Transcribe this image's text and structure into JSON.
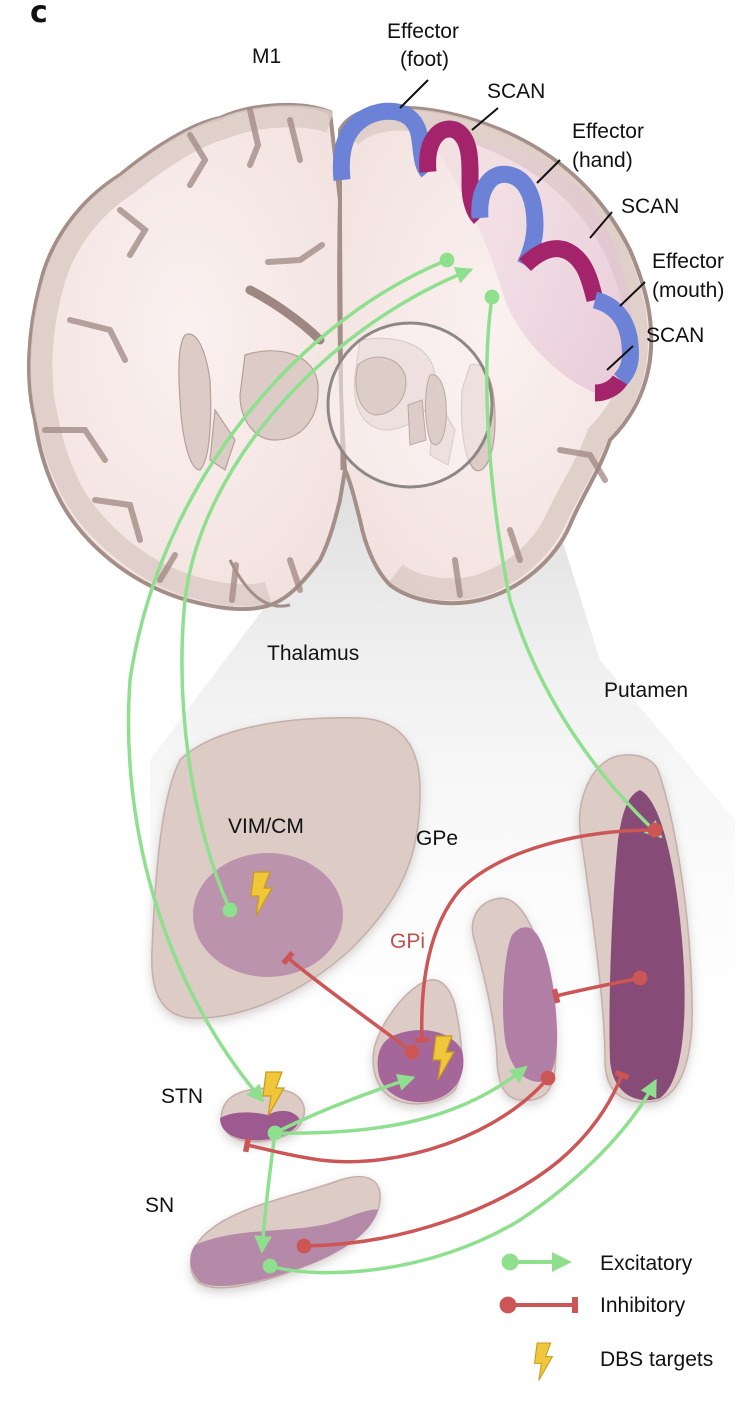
{
  "figure": {
    "panel_letter": "c",
    "colors": {
      "excitatory": "#8ee08e",
      "inhibitory": "#cc5555",
      "effector": "#6b82d6",
      "scan": "#a3246a",
      "brain_tissue": "#f5e6e4",
      "grey_matter": "#dccbc6",
      "nucleus_core": "#a86f9a",
      "putamen_core": "#874b78",
      "dbs_bolt": "#f0c63a"
    }
  },
  "brain": {
    "region_label": "M1",
    "cortex_labels": [
      {
        "id": "effector-foot",
        "line1": "Effector",
        "line2": "(foot)",
        "type": "effector"
      },
      {
        "id": "scan-1",
        "line1": "SCAN",
        "line2": "",
        "type": "scan"
      },
      {
        "id": "effector-hand",
        "line1": "Effector",
        "line2": "(hand)",
        "type": "effector"
      },
      {
        "id": "scan-2",
        "line1": "SCAN",
        "line2": "",
        "type": "scan"
      },
      {
        "id": "effector-mouth",
        "line1": "Effector",
        "line2": "(mouth)",
        "type": "effector"
      },
      {
        "id": "scan-3",
        "line1": "SCAN",
        "line2": "",
        "type": "scan"
      }
    ]
  },
  "circuit": {
    "structures": {
      "thalamus": "Thalamus",
      "vim_cm": "VIM/CM",
      "gpe": "GPe",
      "gpi": "GPi",
      "putamen": "Putamen",
      "stn": "STN",
      "sn": "SN"
    },
    "dbs_targets": [
      "VIM/CM",
      "GPi",
      "STN"
    ],
    "connections": [
      {
        "from": "M1",
        "to": "VIM/CM",
        "type": "excitatory"
      },
      {
        "from": "VIM/CM",
        "to": "M1",
        "type": "excitatory"
      },
      {
        "from": "M1",
        "to": "Putamen",
        "type": "excitatory"
      },
      {
        "from": "M1",
        "to": "STN",
        "type": "excitatory"
      },
      {
        "from": "GPi",
        "to": "VIM/CM",
        "type": "inhibitory"
      },
      {
        "from": "Putamen",
        "to": "GPi",
        "type": "inhibitory"
      },
      {
        "from": "Putamen",
        "to": "GPe",
        "type": "inhibitory"
      },
      {
        "from": "GPe",
        "to": "STN",
        "type": "inhibitory"
      },
      {
        "from": "STN",
        "to": "GPi",
        "type": "excitatory"
      },
      {
        "from": "STN",
        "to": "GPe",
        "type": "excitatory"
      },
      {
        "from": "STN",
        "to": "SN",
        "type": "excitatory"
      },
      {
        "from": "SN",
        "to": "Putamen",
        "type": "inhibitory"
      },
      {
        "from": "SN",
        "to": "Putamen",
        "type": "excitatory"
      }
    ]
  },
  "legend": {
    "excitatory": "Excitatory",
    "inhibitory": "Inhibitory",
    "dbs": "DBS targets"
  }
}
